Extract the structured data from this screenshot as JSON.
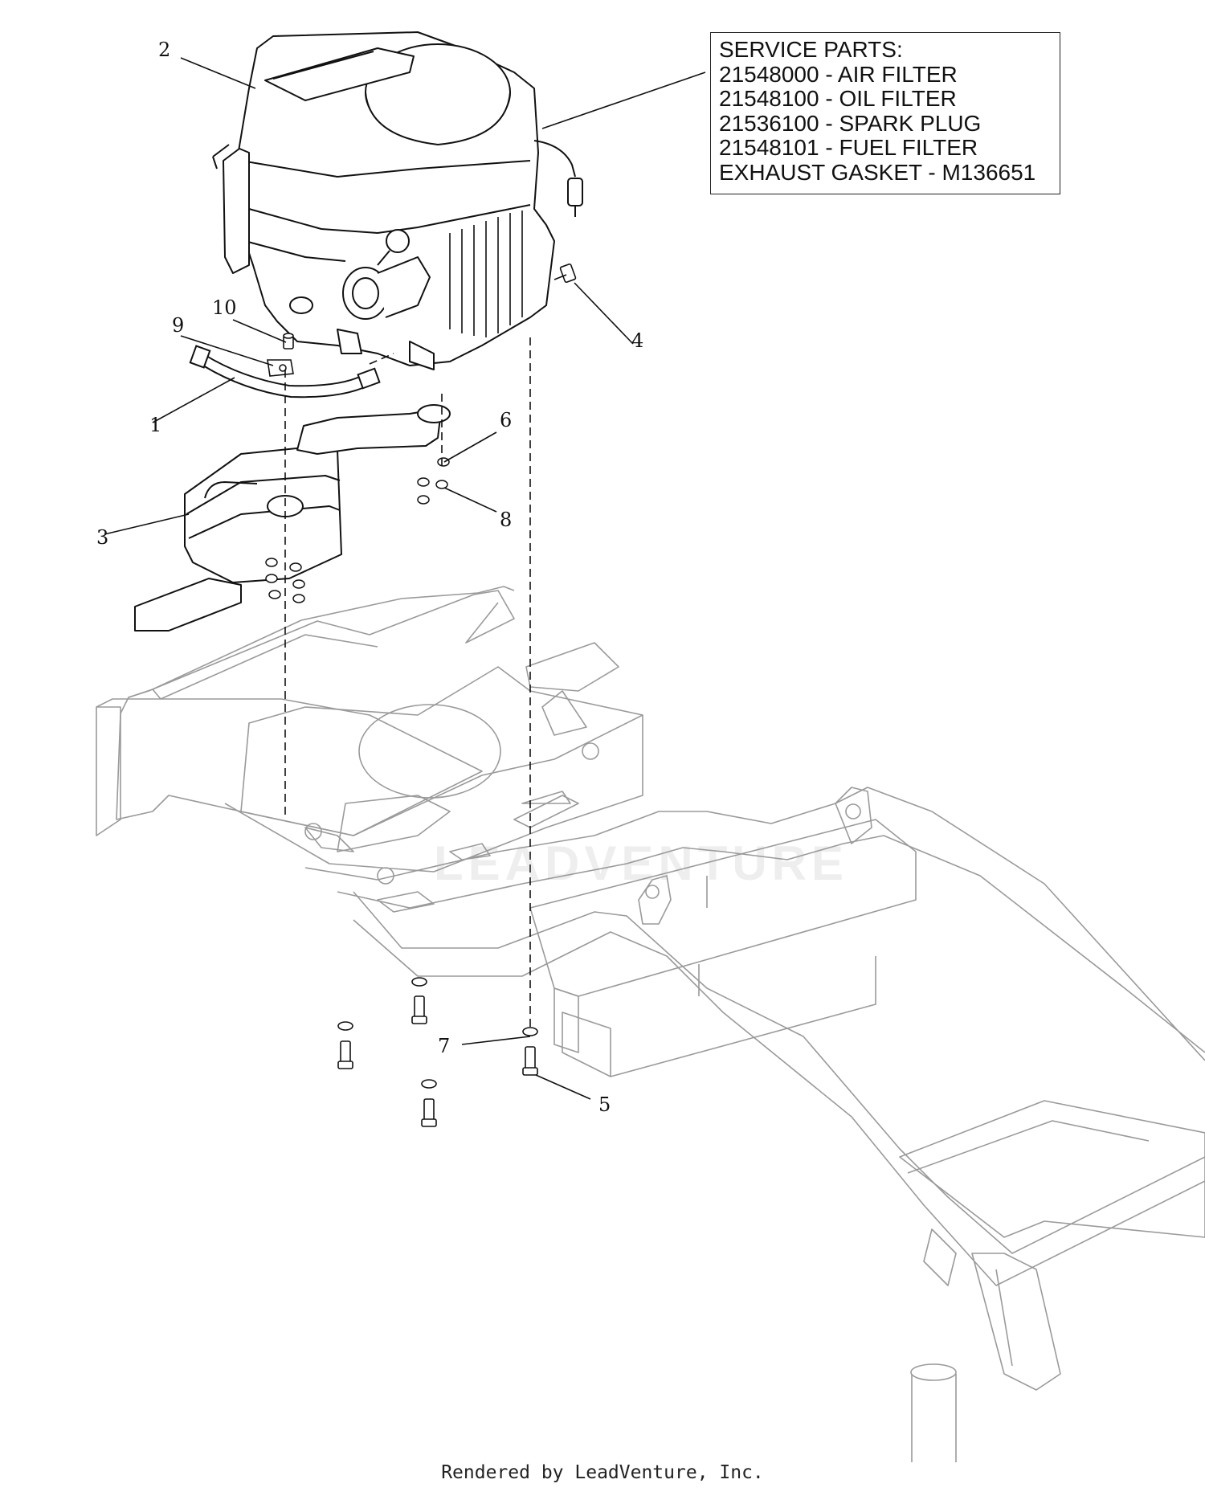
{
  "service_parts": {
    "lines": [
      "SERVICE PARTS:",
      "21548000 - AIR FILTER",
      "21548100 - OIL FILTER",
      "21536100 - SPARK PLUG",
      "21548101 - FUEL FILTER",
      "EXHAUST GASKET - M136651"
    ]
  },
  "callouts": [
    "1",
    "2",
    "3",
    "4",
    "5",
    "6",
    "7",
    "8",
    "9",
    "10"
  ],
  "watermark": "LEADVENTURE",
  "footer": "Rendered by LeadVenture, Inc."
}
